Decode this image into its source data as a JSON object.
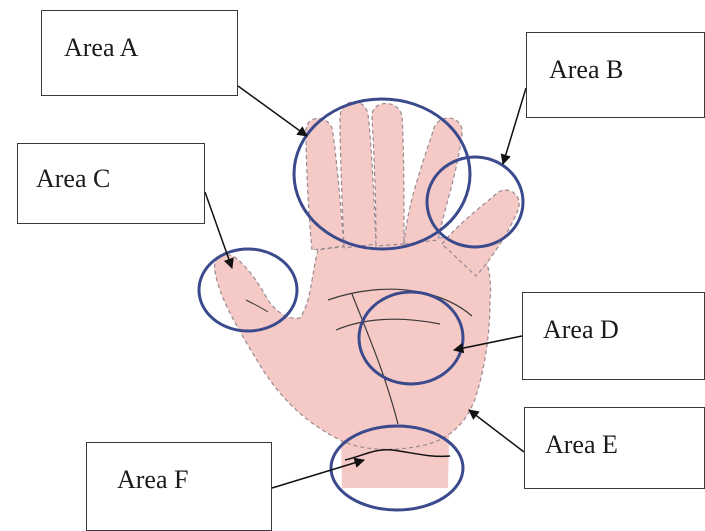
{
  "labels": {
    "a": "Area A",
    "b": "Area B",
    "c": "Area C",
    "d": "Area D",
    "e": "Area E",
    "f": "Area F"
  },
  "colors": {
    "skin": "#f4c9c6",
    "skin_outline": "#9a8a90",
    "circle": "#3b4a8c",
    "arrow": "#111111",
    "box_border": "#3a3a3a"
  }
}
